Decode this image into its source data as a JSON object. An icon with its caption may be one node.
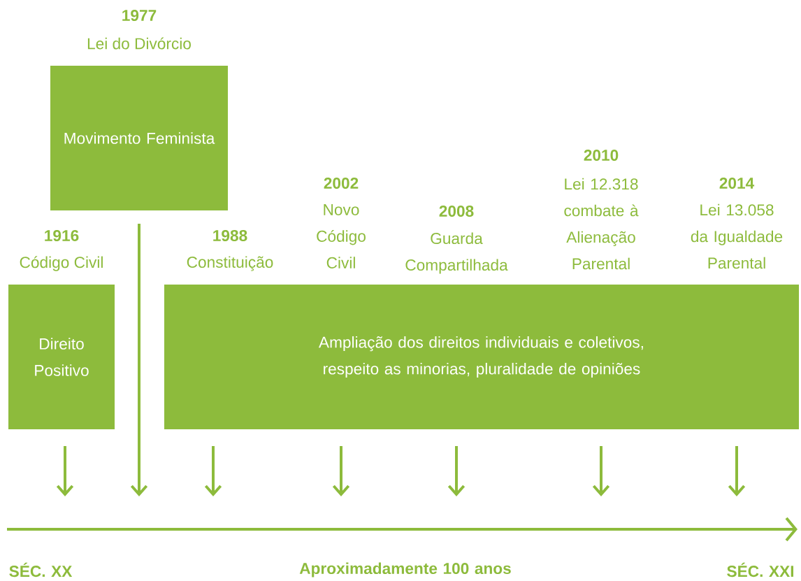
{
  "diagram": {
    "nodes": [
      {
        "text": [
          "Movimento Feminista"
        ],
        "beside": [
          "1977",
          "Lei do Divórcio"
        ]
      },
      {
        "text": [
          "Direito Positivo"
        ],
        "beside": [
          "1916",
          "Código Civil"
        ]
      },
      {
        "text": [
          "Ampliação dos direitos individuais e coletivos, respeito as minorias, pluralidade de opiniões"
        ]
      }
    ],
    "labels": [
      "1988",
      "Constituição",
      "2002",
      "Novo Código Civil",
      "2008",
      "Guarda Compartilhada",
      "2010",
      "Lei 12.318 combate à Alienação Parental",
      "2014",
      "Lei 13.058 da Igualdade Parental",
      "SÉC. XX",
      "Aproximadamente 100 anos",
      "SÉC. XXI"
    ]
  }
}
